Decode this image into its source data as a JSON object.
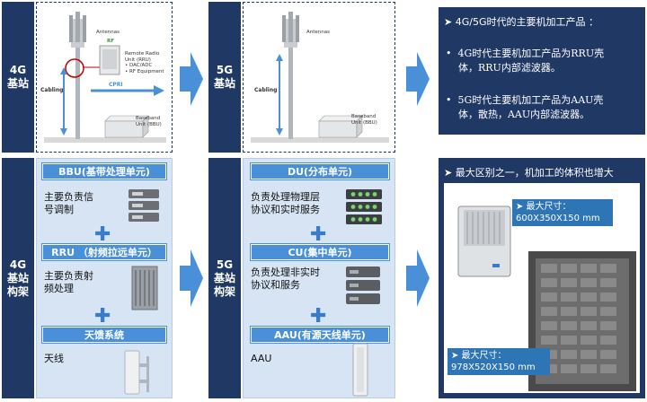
{
  "row1": {
    "label_4g": "4G\n基站",
    "label_5g": "5G\n基站",
    "diag4g": {
      "antennas": "Antennas",
      "rf": "RF",
      "rru": "Remote Radio\nUnit (RRU)\n• DAC/ADC\n• RF Equipment",
      "cabling": "Cabling",
      "cpri": "CPRI",
      "bbu": "Baseband\nUnit (BBU)"
    },
    "diag5g": {
      "antennas": "Antennas",
      "cabling": "Cabling",
      "bbu": "Baseband\nUnit (BBU)"
    },
    "right": {
      "title": "➤ 4G/5G时代的主要机加工产品 ：",
      "bullet1": "•  4G时代主要机加工产品为RRU壳\n    体，RRU内部滤波器。",
      "bullet2": "•  5G时代主要机加工产品为AAU壳\n    体，散热，AAU内部滤波器。"
    }
  },
  "row2": {
    "label_4g": "4G\n基站\n构架",
    "label_5g": "5G\n基站\n构架",
    "arch4g": {
      "bbu_header": "BBU(基带处理单元)",
      "bbu_desc": "主要负责信\n号调制",
      "rru_header": "RRU （射频拉远单元）",
      "rru_desc": "主要负责射\n频处理",
      "antenna_header": "天馈系统",
      "antenna_desc": "天线"
    },
    "arch5g": {
      "du_header": "DU(分布单元)",
      "du_desc": "负责处理物理层\n协议和实时服务",
      "cu_header": "CU(集中单元)",
      "cu_desc": "负责处理非实时\n协议和服务",
      "aau_header": "AAU(有源天线单元)",
      "aau_desc": "AAU"
    },
    "right": {
      "title": "➤  最大区别之一，机加工的体积也增大",
      "callout1": "➤ 最大尺寸：\n600X350X150 mm",
      "callout2": "➤ 最大尺寸：\n978X520X150 mm"
    }
  }
}
